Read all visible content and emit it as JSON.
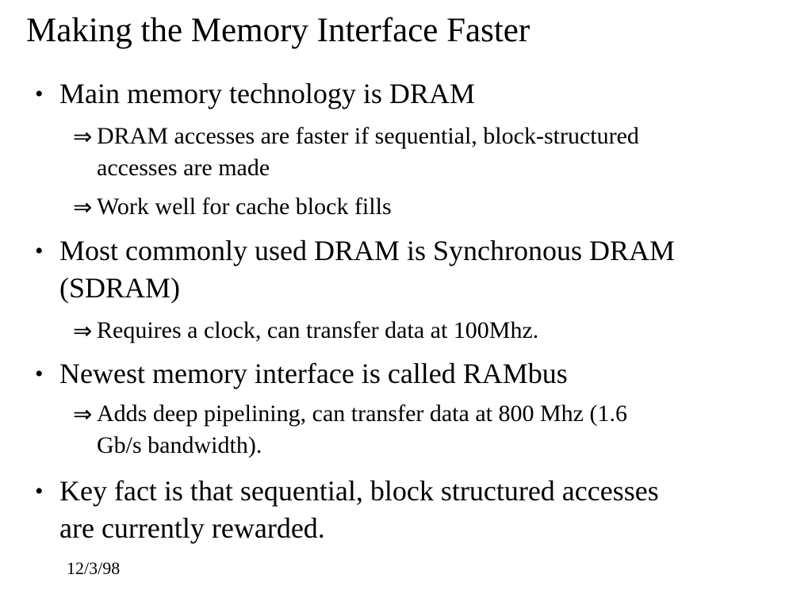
{
  "slide": {
    "title": "Making the Memory Interface Faster",
    "bullet_char": "•",
    "arrow_char": "⇒",
    "footer_date": "12/3/98",
    "colors": {
      "background": "#ffffff",
      "text": "#000000"
    },
    "bullets": [
      {
        "level": 1,
        "lines": [
          "Main memory technology is DRAM"
        ]
      },
      {
        "level": 2,
        "lines": [
          "DRAM accesses are faster if sequential, block-structured",
          "accesses are made"
        ]
      },
      {
        "level": 2,
        "lines": [
          "Work well for cache block fills"
        ]
      },
      {
        "level": 1,
        "lines": [
          "Most commonly used DRAM is Synchronous DRAM",
          "(SDRAM)"
        ]
      },
      {
        "level": 2,
        "lines": [
          "Requires a clock, can transfer data at 100Mhz."
        ]
      },
      {
        "level": 1,
        "lines": [
          "Newest memory interface is called RAMbus"
        ]
      },
      {
        "level": 2,
        "lines": [
          "Adds deep pipelining, can transfer data at 800 Mhz (1.6",
          "Gb/s bandwidth)."
        ]
      },
      {
        "level": 1,
        "lines": [
          "Key fact is that sequential, block structured accesses",
          "are currently rewarded."
        ]
      }
    ]
  }
}
